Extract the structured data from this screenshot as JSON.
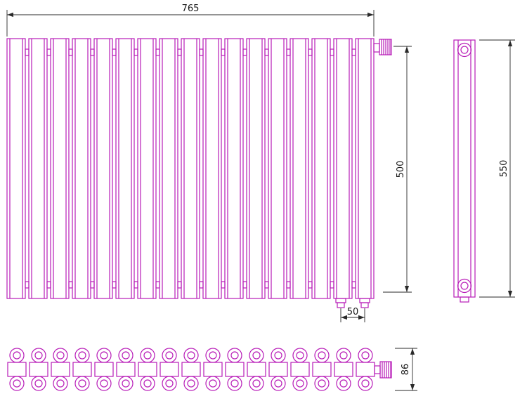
{
  "drawing": {
    "colors": {
      "outline": "#b81cb8",
      "dimension": "#2a2a2a"
    },
    "front_view": {
      "sections": 17
    },
    "top_view": {
      "sections": 17,
      "tube_rows": 2
    },
    "dimensions": {
      "overall_width": "765",
      "height": "500",
      "total_height": "550",
      "connection_spacing": "50",
      "depth": "86"
    }
  }
}
